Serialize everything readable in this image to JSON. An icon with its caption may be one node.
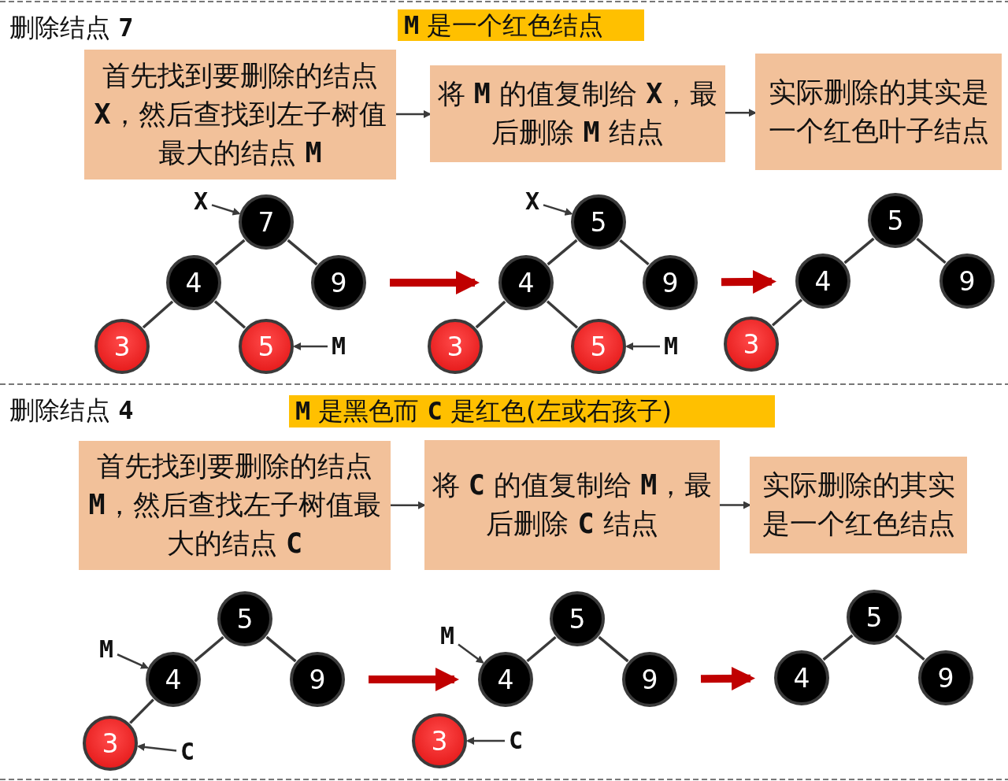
{
  "diagram": {
    "nodes": [
      {
        "text": [
          "**M** 是一个红色结点"
        ]
      },
      {
        "text": [
          "首先找到要删除的结点 **X**，然后查找到左子树值最大的结点 **M**"
        ]
      },
      {
        "text": [
          "将 **M** 的值复制给 **X**，最后删除 **M** 结点"
        ]
      },
      {
        "text": [
          "实际删除的其实是一个红色叶子结点"
        ]
      },
      {
        "text": [
          "7"
        ]
      },
      {
        "text": [
          "4"
        ]
      },
      {
        "text": [
          "9"
        ]
      },
      {
        "text": [
          "3"
        ]
      },
      {
        "text": [
          "5"
        ]
      },
      {
        "text": [
          "X"
        ]
      },
      {
        "text": [
          "M"
        ]
      },
      {
        "text": [
          "5"
        ]
      },
      {
        "text": [
          "4"
        ]
      },
      {
        "text": [
          "9"
        ]
      },
      {
        "text": [
          "3"
        ]
      },
      {
        "text": [
          "5"
        ]
      },
      {
        "text": [
          "X"
        ]
      },
      {
        "text": [
          "M"
        ]
      },
      {
        "text": [
          "5"
        ]
      },
      {
        "text": [
          "4"
        ]
      },
      {
        "text": [
          "9"
        ]
      },
      {
        "text": [
          "3"
        ]
      },
      {
        "text": [
          "**M** 是黑色而 **C** 是红色(左或右孩子)"
        ]
      },
      {
        "text": [
          "首先找到要删除的结点 **M**，然后查找左子树值最大的结点 **C**"
        ]
      },
      {
        "text": [
          "将 **C** 的值复制给 **M**，最后删除 **C** 结点"
        ]
      },
      {
        "text": [
          "实际删除的其实是一个红色结点"
        ]
      },
      {
        "text": [
          "5"
        ]
      },
      {
        "text": [
          "4"
        ]
      },
      {
        "text": [
          "9"
        ]
      },
      {
        "text": [
          "3"
        ]
      },
      {
        "text": [
          "M"
        ]
      },
      {
        "text": [
          "C"
        ]
      },
      {
        "text": [
          "5"
        ]
      },
      {
        "text": [
          "4"
        ]
      },
      {
        "text": [
          "9"
        ]
      },
      {
        "text": [
          "3"
        ]
      },
      {
        "text": [
          "M"
        ]
      },
      {
        "text": [
          "C"
        ]
      },
      {
        "text": [
          "5"
        ]
      },
      {
        "text": [
          "4"
        ]
      },
      {
        "text": [
          "9"
        ]
      }
    ],
    "edges": [
      {
        "from": 1,
        "to": 2,
        "arrow": "to"
      },
      {
        "from": 2,
        "to": 3,
        "arrow": "to"
      },
      {
        "from": 4,
        "to": 5,
        "arrow": "none"
      },
      {
        "from": 4,
        "to": 6,
        "arrow": "none"
      },
      {
        "from": 5,
        "to": 7,
        "arrow": "none"
      },
      {
        "from": 5,
        "to": 8,
        "arrow": "none"
      },
      {
        "from": 9,
        "to": 4,
        "arrow": "to"
      },
      {
        "from": 10,
        "to": 8,
        "arrow": "to"
      },
      {
        "from": 6,
        "to": 12,
        "arrow": "to",
        "style": "thick",
        "color": "#c00000"
      },
      {
        "from": 11,
        "to": 12,
        "arrow": "none"
      },
      {
        "from": 11,
        "to": 13,
        "arrow": "none"
      },
      {
        "from": 12,
        "to": 14,
        "arrow": "none"
      },
      {
        "from": 12,
        "to": 15,
        "arrow": "none"
      },
      {
        "from": 16,
        "to": 11,
        "arrow": "to"
      },
      {
        "from": 17,
        "to": 15,
        "arrow": "to"
      },
      {
        "from": 13,
        "to": 19,
        "arrow": "to",
        "style": "thick",
        "color": "#c00000"
      },
      {
        "from": 18,
        "to": 19,
        "arrow": "none"
      },
      {
        "from": 18,
        "to": 20,
        "arrow": "none"
      },
      {
        "from": 19,
        "to": 21,
        "arrow": "none"
      },
      {
        "from": 23,
        "to": 24,
        "arrow": "to"
      },
      {
        "from": 24,
        "to": 25,
        "arrow": "to"
      },
      {
        "from": 26,
        "to": 27,
        "arrow": "none"
      },
      {
        "from": 26,
        "to": 28,
        "arrow": "none"
      },
      {
        "from": 27,
        "to": 29,
        "arrow": "none"
      },
      {
        "from": 30,
        "to": 27,
        "arrow": "to"
      },
      {
        "from": 31,
        "to": 29,
        "arrow": "to"
      },
      {
        "from": 28,
        "to": 33,
        "arrow": "to",
        "style": "thick",
        "color": "#c00000"
      },
      {
        "from": 32,
        "to": 33,
        "arrow": "none"
      },
      {
        "from": 32,
        "to": 34,
        "arrow": "none"
      },
      {
        "from": 36,
        "to": 33,
        "arrow": "to"
      },
      {
        "from": 37,
        "to": 35,
        "arrow": "to"
      },
      {
        "from": 34,
        "to": 39,
        "arrow": "to",
        "style": "thick",
        "color": "#c00000"
      },
      {
        "from": 38,
        "to": 39,
        "arrow": "none"
      },
      {
        "from": 38,
        "to": 40,
        "arrow": "none"
      }
    ],
    "labels": [
      "删除结点 **7**",
      "删除结点 **4**"
    ]
  }
}
